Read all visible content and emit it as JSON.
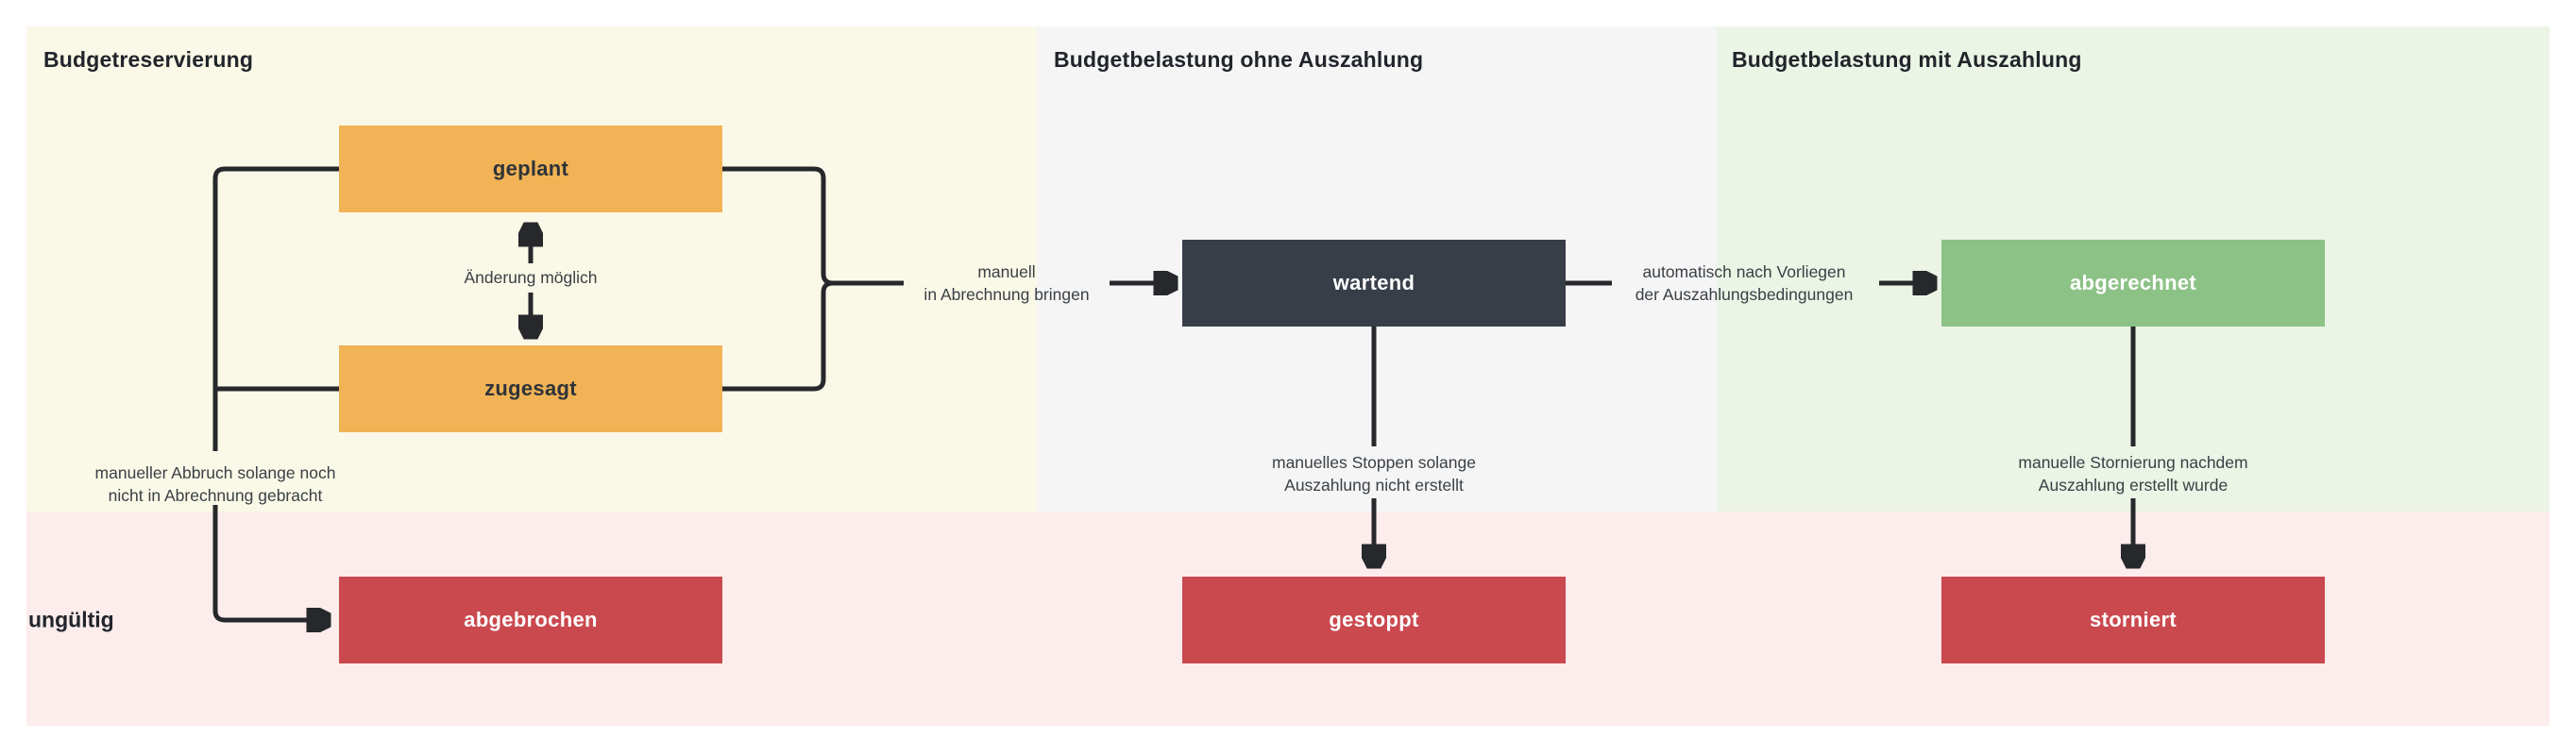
{
  "diagram": {
    "type": "state-diagram",
    "background": "#ffffff",
    "line_color": "#26282b",
    "label_text_color": "#3a4045",
    "title_text_color": "#21252b"
  },
  "sections": [
    {
      "id": "budgetreservierung",
      "title": "Budgetreservierung",
      "bg": "#faf8e7"
    },
    {
      "id": "budgetbelastung-ohne-auszahlung",
      "title": "Budgetbelastung ohne Auszahlung",
      "bg": "#f5f5f6"
    },
    {
      "id": "budgetbelastung-mit-auszahlung",
      "title": "Budgetbelastung mit Auszahlung",
      "bg": "#ebf4e5"
    }
  ],
  "invalid_band": {
    "label": "ungültig",
    "bg": "#fcecec"
  },
  "nodes": {
    "geplant": {
      "label": "geplant",
      "fill": "#f1b356",
      "text_color": "#2e3338",
      "section": "budgetreservierung"
    },
    "zugesagt": {
      "label": "zugesagt",
      "fill": "#f1b356",
      "text_color": "#2e3338",
      "section": "budgetreservierung"
    },
    "wartend": {
      "label": "wartend",
      "fill": "#383e48",
      "text_color": "#ffffff",
      "section": "budgetbelastung-ohne-auszahlung"
    },
    "abgerechnet": {
      "label": "abgerechnet",
      "fill": "#8dc286",
      "text_color": "#ffffff",
      "section": "budgetbelastung-mit-auszahlung"
    },
    "abgebrochen": {
      "label": "abgebrochen",
      "fill": "#c9494f",
      "text_color": "#ffffff",
      "section": "ungültig"
    },
    "gestoppt": {
      "label": "gestoppt",
      "fill": "#c9494f",
      "text_color": "#ffffff",
      "section": "ungültig"
    },
    "storniert": {
      "label": "storniert",
      "fill": "#c9494f",
      "text_color": "#ffffff",
      "section": "ungültig"
    }
  },
  "transitions": [
    {
      "from": "geplant",
      "to": "zugesagt",
      "bidirectional": true,
      "label": "Änderung möglich"
    },
    {
      "from": "geplant, zugesagt",
      "to": "abgebrochen",
      "bidirectional": false,
      "label": "manueller Abbruch solange noch\nnicht in Abrechnung gebracht"
    },
    {
      "from": "geplant, zugesagt",
      "to": "wartend",
      "bidirectional": false,
      "label": "manuell\nin Abrechnung bringen"
    },
    {
      "from": "wartend",
      "to": "abgerechnet",
      "bidirectional": false,
      "label": "automatisch nach Vorliegen\nder Auszahlungsbedingungen"
    },
    {
      "from": "wartend",
      "to": "gestoppt",
      "bidirectional": false,
      "label": "manuelles Stoppen solange\nAuszahlung nicht erstellt"
    },
    {
      "from": "abgerechnet",
      "to": "storniert",
      "bidirectional": false,
      "label": "manuelle Stornierung nachdem\nAuszahlung erstellt wurde"
    }
  ]
}
